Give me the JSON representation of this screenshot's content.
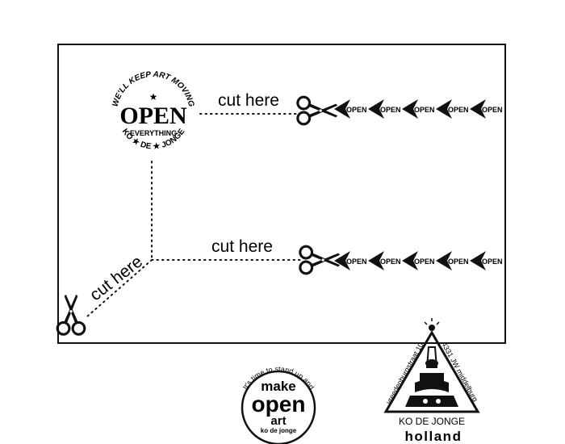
{
  "ink": "#111111",
  "paper": "#ffffff",
  "top_stamp": {
    "arc_top": "WE'LL KEEP ART MOVING",
    "star": "★",
    "word": "OPEN",
    "sub": "EVERYTHING",
    "arc_bottom": "KO ★ DE ★ JONGE"
  },
  "cut_label_1": "cut here",
  "cut_label_2": "cut here",
  "cut_label_3": "cut here",
  "arrow_label": "OPEN",
  "arrows_row_1": [
    "OPEN",
    "OPEN",
    "OPEN",
    "OPEN",
    "OPEN"
  ],
  "arrows_row_2": [
    "OPEN",
    "OPEN",
    "OPEN",
    "OPEN",
    "OPEN"
  ],
  "bottom_stamp_left": {
    "arc": "It's time to stand up and",
    "line1": "make",
    "line2": "open",
    "line3": "art",
    "line4": "ko de jonge"
  },
  "bottom_stamp_right": {
    "left_side": "vreedenburgstraat 10",
    "right_side": "4331 JW middelburg",
    "name": "KO DE JONGE",
    "country": "holland"
  }
}
